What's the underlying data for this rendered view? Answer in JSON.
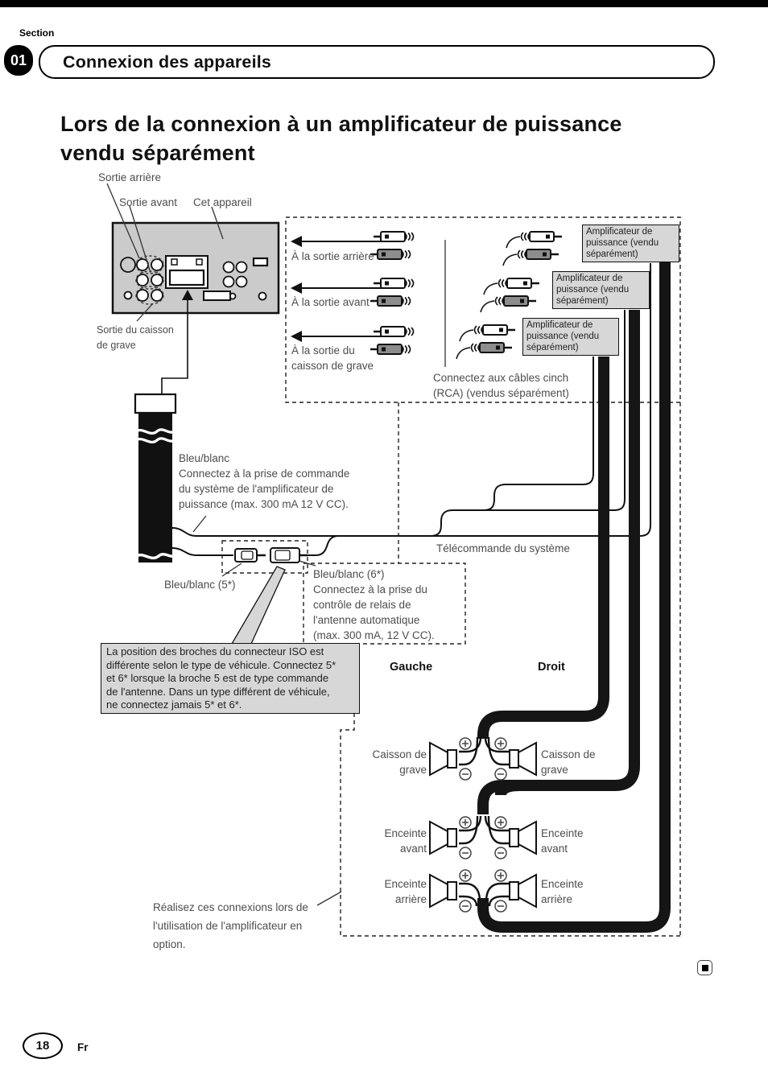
{
  "page": {
    "section_label": "Section",
    "section_number": "01",
    "chapter_title": "Connexion des appareils",
    "heading": "Lors de la connexion à un amplificateur de puissance vendu séparément",
    "page_number": "18",
    "language": "Fr"
  },
  "diagram": {
    "unit": {
      "rear_out": "Sortie arrière",
      "front_out": "Sortie avant",
      "this_unit": "Cet appareil",
      "sub_out_1": "Sortie du caisson",
      "sub_out_2": "de grave"
    },
    "rca": {
      "to_rear": "À la sortie arrière",
      "to_front": "À la sortie avant",
      "to_sub_1": "À la sortie du",
      "to_sub_2": "caisson de grave",
      "cinch_1": "Connectez aux câbles cinch",
      "cinch_2": "(RCA) (vendus séparément)"
    },
    "amp": {
      "line1": "Amplificateur de",
      "line2": "puissance (vendu",
      "line3": "séparément)"
    },
    "bluewhite": {
      "l1": "Bleu/blanc",
      "l2": "Connectez à la prise de commande",
      "l3": "du système de l'amplificateur de",
      "l4": "puissance (max. 300 mA 12 V CC)."
    },
    "remote_label": "Télécommande du système",
    "lead5": "Bleu/blanc (5*)",
    "lead6": {
      "l1": "Bleu/blanc (6*)",
      "l2": "Connectez à la prise du",
      "l3": "contrôle de relais de",
      "l4": "l'antenne automatique",
      "l5": "(max. 300 mA, 12 V CC)."
    },
    "iso_note": {
      "l1": "La position des broches du connecteur ISO est",
      "l2": "différente selon le type de véhicule. Connectez 5*",
      "l3": "et 6* lorsque la broche 5 est de type commande",
      "l4": "de l'antenne. Dans un type différent de véhicule,",
      "l5": "ne connectez jamais 5* et 6*."
    },
    "columns": {
      "left": "Gauche",
      "right": "Droit"
    },
    "speakers": {
      "sub_1": "Caisson de",
      "sub_2": "grave",
      "front_1": "Enceinte",
      "front_2": "avant",
      "rear_1": "Enceinte",
      "rear_2": "arrière"
    },
    "bottom_note": {
      "l1": "Réalisez ces connexions lors de",
      "l2": "l'utilisation de l'amplificateur en",
      "l3": "option."
    }
  }
}
